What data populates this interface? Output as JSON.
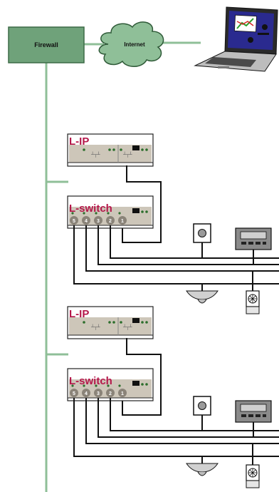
{
  "firewall": {
    "label": "Firewall"
  },
  "internet": {
    "label": "Internet"
  },
  "groups": [
    {
      "lip": {
        "label": "L-IP"
      },
      "lswitch": {
        "label": "L-switch",
        "ports": [
          "5",
          "4",
          "3",
          "2",
          "1"
        ]
      }
    },
    {
      "lip": {
        "label": "L-IP"
      },
      "lswitch": {
        "label": "L-switch",
        "ports": [
          "5",
          "4",
          "3",
          "2",
          "1"
        ]
      }
    }
  ],
  "colors": {
    "network_line": "#8fbf98",
    "firewall_fill": "#6fa27a",
    "cloud_fill": "#8fbf98",
    "device_body": "#cdc6b9",
    "device_label": "#b5174a",
    "bus_line": "#111111",
    "screen": "#2a2a8f"
  },
  "icons": [
    "laptop-icon",
    "wall-switch-icon",
    "display-panel-icon",
    "ceiling-sensor-icon",
    "lamp-fixture-icon"
  ]
}
